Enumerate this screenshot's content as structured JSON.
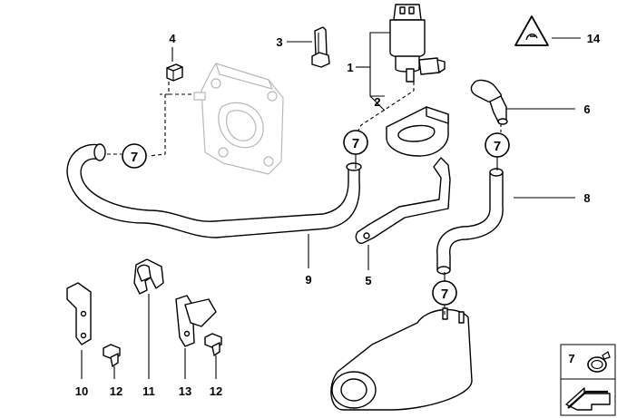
{
  "callouts": {
    "p1": "1",
    "p2": "2",
    "p3": "3",
    "p4": "4",
    "p5": "5",
    "p6": "6",
    "p8": "8",
    "p9": "9",
    "p10": "10",
    "p11": "11",
    "p12a": "12",
    "p12b": "12",
    "p13": "13",
    "p14": "14",
    "c7a": "7",
    "c7b": "7",
    "c7c": "7",
    "c7d": "7",
    "inset7": "7"
  }
}
